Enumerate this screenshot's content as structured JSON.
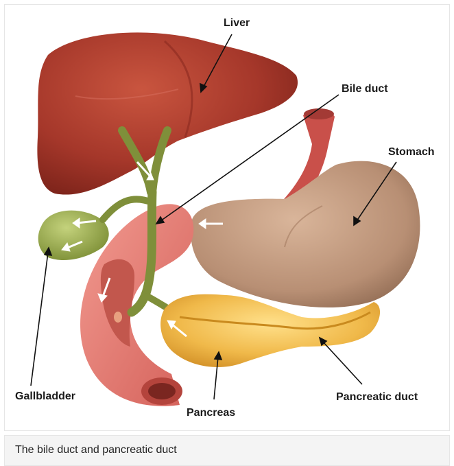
{
  "labels": {
    "liver": "Liver",
    "bile_duct": "Bile duct",
    "stomach": "Stomach",
    "gallbladder": "Gallbladder",
    "pancreas": "Pancreas",
    "pancreatic_duct": "Pancreatic duct"
  },
  "caption": "The bile duct and pancreatic duct",
  "colors": {
    "liver": "#a8362a",
    "stomach": "#b88f74",
    "esophagus": "#c9504a",
    "duodenum": "#e07a72",
    "gallbladder": "#8fa24a",
    "duct": "#7f8f3a",
    "pancreas": "#efb84a"
  }
}
